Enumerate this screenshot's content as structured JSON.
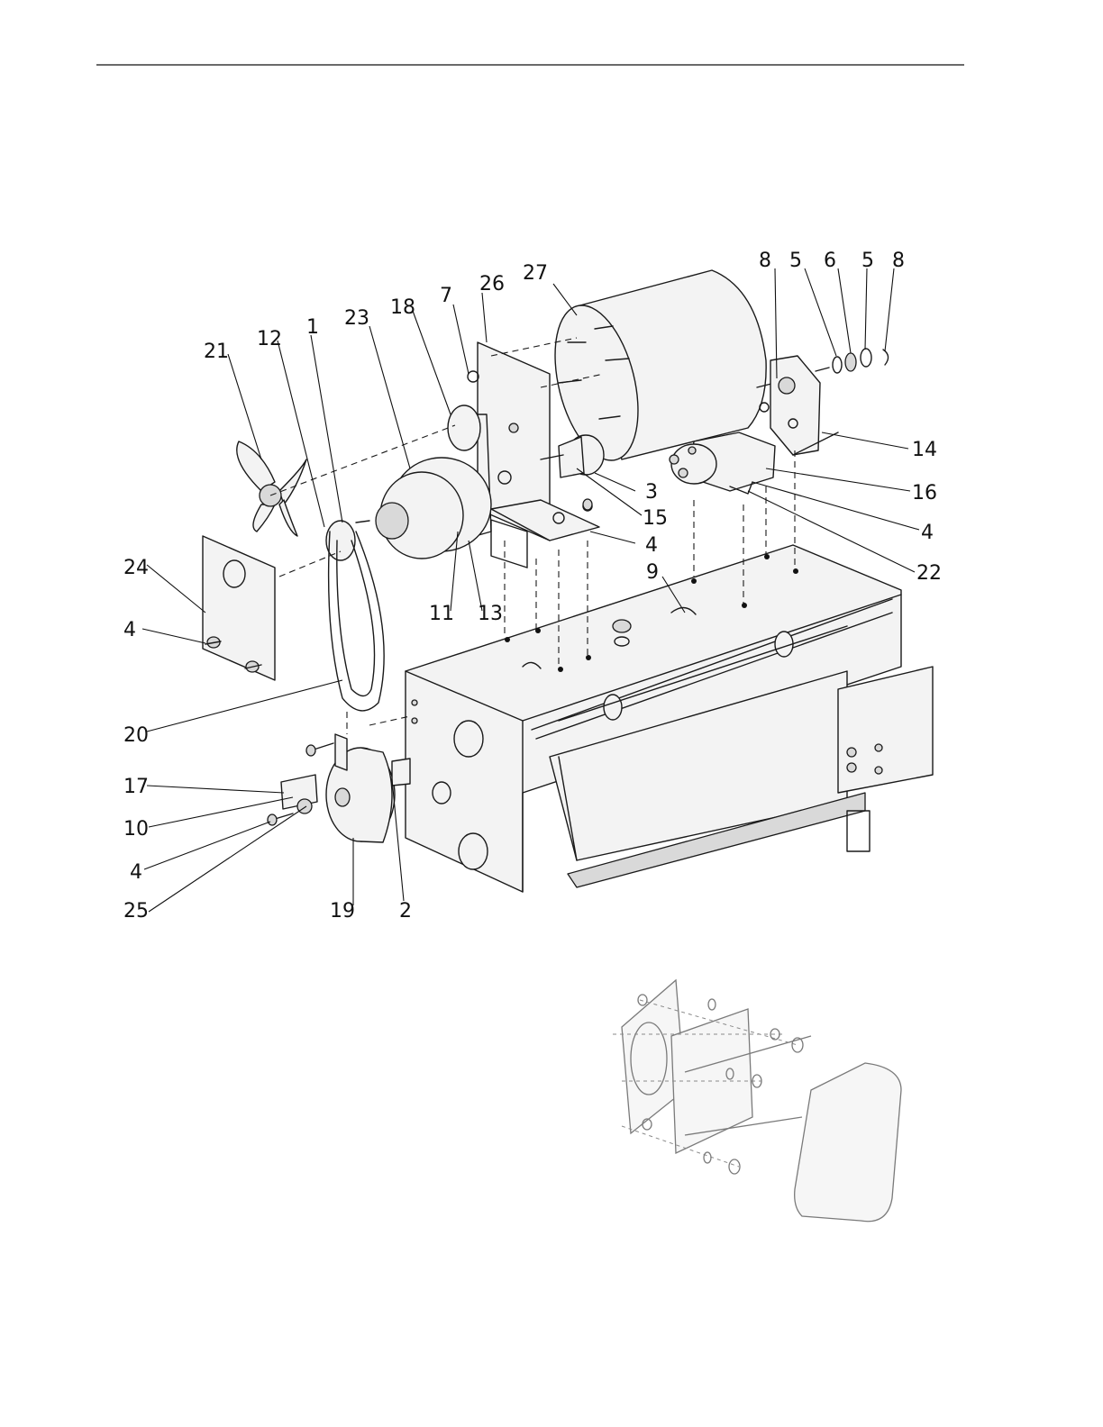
{
  "page": {
    "background": "#ffffff",
    "ink_color": "#1a1a1a"
  },
  "diagram": {
    "callouts": {
      "c1": "1",
      "c2": "2",
      "c3": "3",
      "c4a": "4",
      "c4b": "4",
      "c4c": "4",
      "c4d": "4",
      "c5a": "5",
      "c5b": "5",
      "c6": "6",
      "c7": "7",
      "c8a": "8",
      "c8b": "8",
      "c9": "9",
      "c10": "10",
      "c11": "11",
      "c12": "12",
      "c13": "13",
      "c14": "14",
      "c15": "15",
      "c16": "16",
      "c17": "17",
      "c18": "18",
      "c19": "19",
      "c20": "20",
      "c21": "21",
      "c22": "22",
      "c23": "23",
      "c24": "24",
      "c25": "25",
      "c26": "26",
      "c27": "27"
    }
  }
}
